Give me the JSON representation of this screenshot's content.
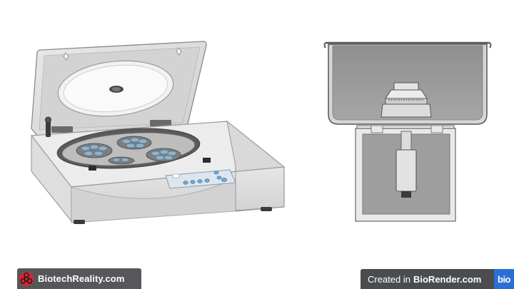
{
  "footer": {
    "left_brand": "BiotechReality.com",
    "left_logo_icon": "biohazard-icon",
    "right_prefix": "Created in",
    "right_brand": "BioRender.com",
    "right_badge": "bio"
  },
  "colors": {
    "device_body": "#e4e4e4",
    "lid": "#dcdcdc",
    "chamber_dark": "#5a5a5a",
    "tube_blue": "#8fb3cc",
    "bowl_gray": "#9b9b9b",
    "left_badge_bg": "#56575a",
    "right_badge_bg": "#4a4c4f",
    "bio_blue": "#2a6fd6",
    "biohazard_red": "#d7282f"
  }
}
